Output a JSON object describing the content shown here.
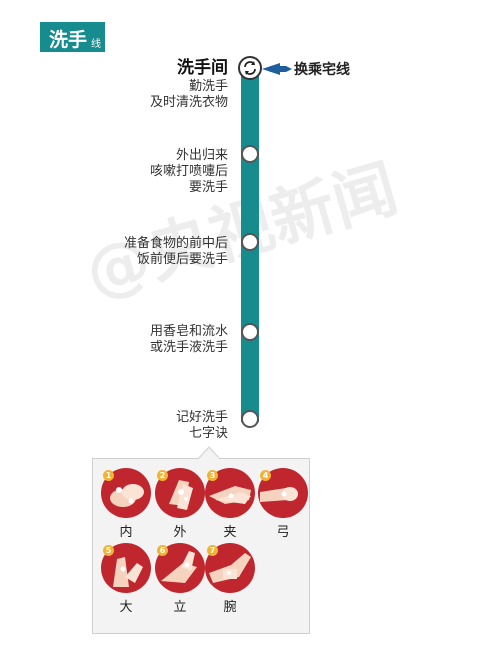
{
  "line": {
    "name": "洗手",
    "suffix": "线"
  },
  "transfer": {
    "label": "换乘宅线"
  },
  "stations": [
    {
      "lines": [
        "洗手间"
      ],
      "sub": [
        "勤洗手",
        "及时清洗衣物"
      ]
    },
    {
      "lines": [
        "外出归来",
        "咳嗽打喷嚏后",
        "要洗手"
      ]
    },
    {
      "lines": [
        "准备食物的前中后",
        "饭前便后要洗手"
      ]
    },
    {
      "lines": [
        "用香皂和流水",
        "或洗手液洗手"
      ]
    },
    {
      "lines": [
        "记好洗手",
        "七字诀"
      ]
    }
  ],
  "steps": [
    {
      "num": "1",
      "label": "内"
    },
    {
      "num": "2",
      "label": "外"
    },
    {
      "num": "3",
      "label": "夹"
    },
    {
      "num": "4",
      "label": "弓"
    },
    {
      "num": "5",
      "label": "大"
    },
    {
      "num": "6",
      "label": "立"
    },
    {
      "num": "7",
      "label": "腕"
    }
  ],
  "watermark": "@央视新闻",
  "colors": {
    "line": "#178c8e",
    "transfer_arrow": "#1f5e9c",
    "step_bg": "#c0262d",
    "step_badge": "#f2b233"
  },
  "icons": {
    "transfer": "swap-arrows-icon",
    "hand": "hand-washing-icon"
  }
}
